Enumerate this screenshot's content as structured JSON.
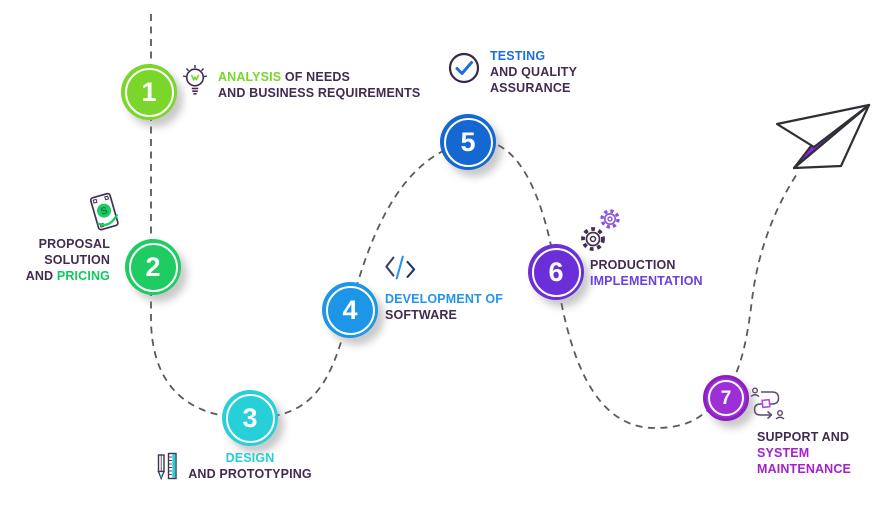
{
  "colors": {
    "dark_text": "#412b52",
    "path_gray": "#5a5a5a",
    "step1": "#7bd62c",
    "step2": "#1fcb63",
    "step3": "#27cfd8",
    "step4": "#1e96e8",
    "step5": "#1567d2",
    "step6": "#6a2fd8",
    "step7": "#9c2fd6",
    "step7_ring": "#8a1fc4",
    "accent1": "#76d62a",
    "accent2": "#12c95f",
    "accent3": "#27ccd4",
    "accent4": "#2395ec",
    "accent5": "#1a6fd8",
    "accent6": "#6b3fe0",
    "accent7": "#a520cf",
    "plane_purple": "#8229dd"
  },
  "steps": [
    {
      "number": "1",
      "icon": "lightbulb-icon",
      "accent": "ANALYSIS",
      "rest": " OF NEEDS",
      "line2": "AND BUSINESS REQUIREMENTS"
    },
    {
      "number": "2",
      "icon": "banknote-icon",
      "line1": "PROPOSAL",
      "line2": "SOLUTION",
      "line3_pre": "AND ",
      "accent": "PRICING"
    },
    {
      "number": "3",
      "icon": "design-tools-icon",
      "accent": "DESIGN",
      "line2": "AND PROTOTYPING"
    },
    {
      "number": "4",
      "icon": "code-icon",
      "accent": "DEVELOPMENT OF",
      "line2": "SOFTWARE"
    },
    {
      "number": "5",
      "icon": "check-circle-icon",
      "accent": "TESTING",
      "line2": "AND QUALITY",
      "line3": "ASSURANCE"
    },
    {
      "number": "6",
      "icon": "gears-icon",
      "line1": "PRODUCTION",
      "accent": "IMPLEMENTATION"
    },
    {
      "number": "7",
      "icon": "support-loop-icon",
      "line1": "SUPPORT AND",
      "accent1": "SYSTEM",
      "accent2": "MAINTENANCE"
    }
  ],
  "decorations": {
    "path": "dashed-journey-path",
    "plane": "paper-plane-icon"
  }
}
